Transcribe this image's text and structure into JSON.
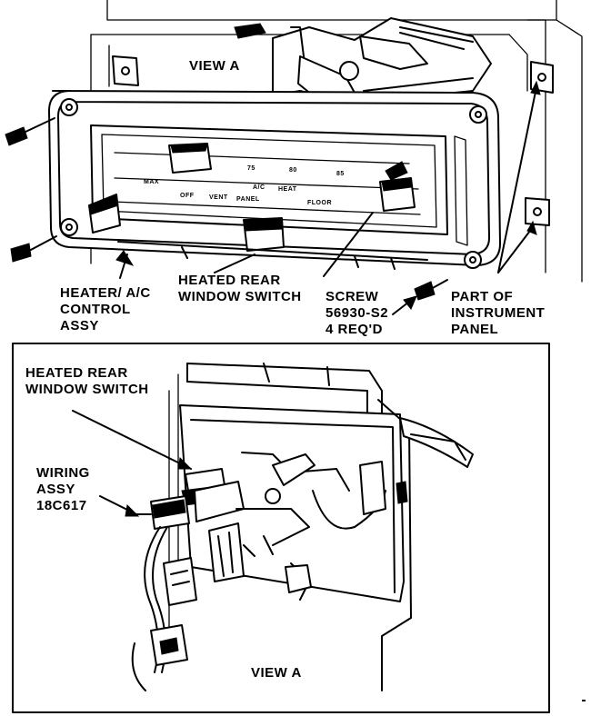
{
  "top_view": {
    "view_label": "VIEW A",
    "heater_label": [
      "HEATER/ A/C",
      "CONTROL",
      "ASSY"
    ],
    "switch_label": [
      "HEATED REAR",
      "WINDOW SWITCH"
    ],
    "screw_label": [
      "SCREW",
      "56930-S2",
      "4 REQ'D"
    ],
    "panel_label": [
      "PART OF",
      "INSTRUMENT",
      "PANEL"
    ],
    "face_labels": {
      "max": "MAX",
      "ac": "A/C",
      "heat": "HEAT",
      "off": "OFF",
      "vent": "VENT",
      "panel": "PANEL",
      "floor": "FLOOR",
      "n75": "75",
      "n80": "80",
      "n85": "85"
    }
  },
  "detail_view": {
    "switch_label": [
      "HEATED REAR",
      "WINDOW SWITCH"
    ],
    "wiring_label": [
      "WIRING",
      "ASSY",
      "18C617"
    ],
    "view_label": "VIEW A"
  }
}
